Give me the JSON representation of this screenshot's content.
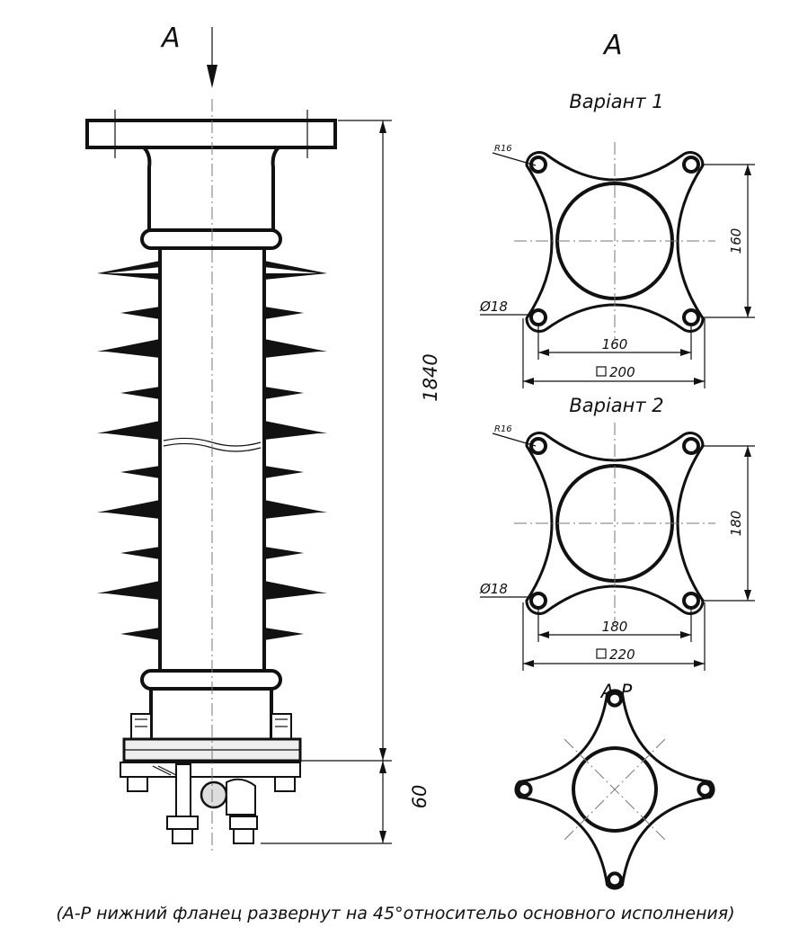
{
  "view_label_left": "A",
  "view_label_right": "A",
  "variant1": {
    "title": "Варіант 1",
    "radius_label": "R16",
    "hole_label": "Ø18",
    "vertical_dim": "160",
    "horizontal_dim": "160",
    "outer_dim": "200"
  },
  "variant2": {
    "title": "Варіант 2",
    "radius_label": "R16",
    "hole_label": "Ø18",
    "vertical_dim": "180",
    "horizontal_dim": "180",
    "outer_dim": "220"
  },
  "rotated_view_label": "А-Р",
  "insulator": {
    "height_dim": "1840",
    "base_dim": "60"
  },
  "caption": "(А-Р нижний фланец развернут на 45°относительо основного исполнения)"
}
